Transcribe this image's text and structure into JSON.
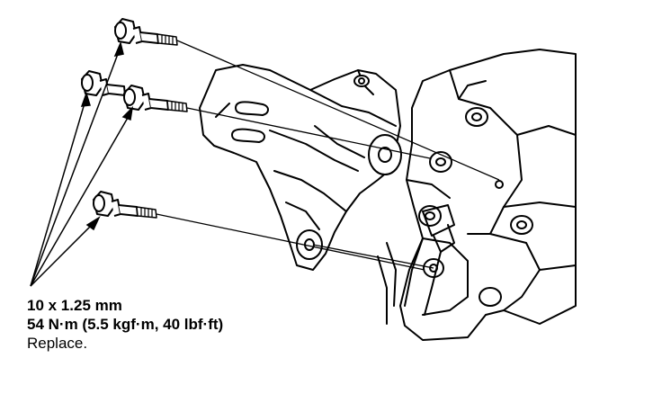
{
  "callout": {
    "size": "10 x 1.25 mm",
    "torque": "54 N·m (5.5 kgf·m, 40 lbf·ft)",
    "note": "Replace."
  },
  "colors": {
    "ink": "#000000",
    "paper": "#ffffff"
  }
}
